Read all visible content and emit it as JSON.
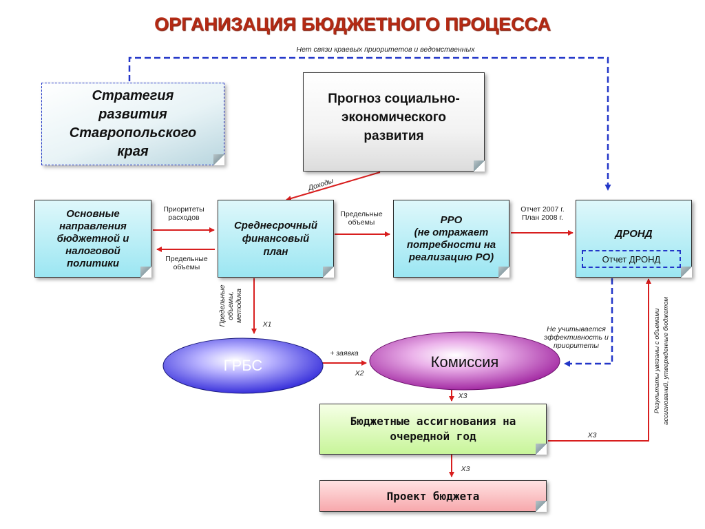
{
  "title": "ОРГАНИЗАЦИЯ БЮДЖЕТНОГО ПРОЦЕССА",
  "top_note": "Нет связи краевых приоритетов и ведомственных",
  "boxes": {
    "strategy": [
      "Стратегия",
      "развития",
      "Ставропольского",
      "края"
    ],
    "forecast": [
      "Прогноз социально-",
      "экономического",
      "развития"
    ],
    "policy": [
      "Основные",
      "направления",
      "бюджетной и",
      "налоговой",
      "политики"
    ],
    "midterm": [
      "Среднесрочный",
      "финансовый",
      "план"
    ],
    "rro": [
      "РРО",
      "(не отражает",
      "потребности на",
      "реализацию РО)"
    ],
    "drond": "ДРОНД",
    "drond_report": "Отчет ДРОНД",
    "grbs": "ГРБС",
    "commission": "Комиссия",
    "allocations": [
      "Бюджетные ассигнования на",
      "очередной год"
    ],
    "project": "Проект бюджета"
  },
  "labels": {
    "income": "Доходы",
    "priorities": [
      "Приоритеты",
      "расходов"
    ],
    "limits_left": [
      "Предельные",
      "объемы"
    ],
    "limits_mid": [
      "Предельные",
      "объемы"
    ],
    "report_plan": [
      "Отчет 2007 г.",
      "План 2008 г."
    ],
    "limits_method": [
      "Предельные",
      "объемы,",
      "методика"
    ],
    "x1": "Х1",
    "request": "+ заявка",
    "x2": "Х2",
    "x3_a": "Х3",
    "x3_b": "Х3",
    "x3_c": "Х3",
    "not_considered": [
      "Не учитывается",
      "эффективность и",
      "приоритеты"
    ],
    "results": [
      "Результаты увязаны с объемами",
      "ассигнований, утвержденные бюджетом"
    ]
  }
}
